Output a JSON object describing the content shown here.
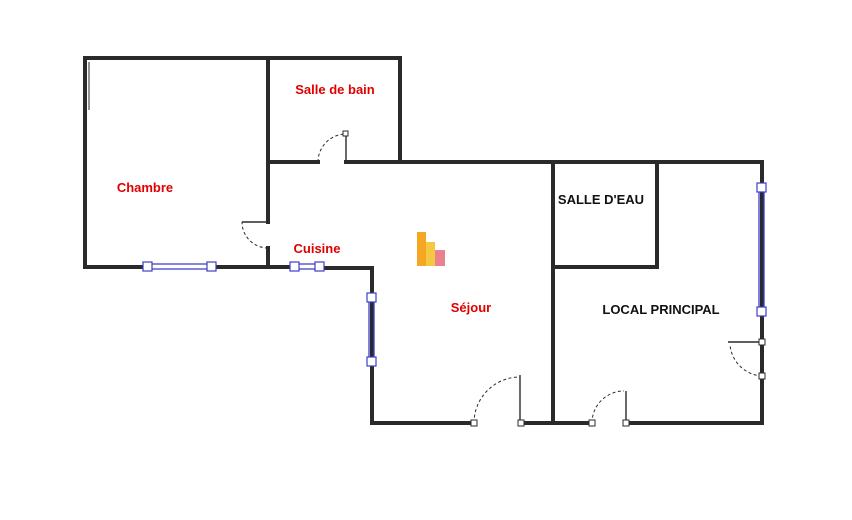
{
  "rooms": {
    "chambre": {
      "label": "Chambre"
    },
    "salle_de_bain": {
      "label": "Salle de bain"
    },
    "cuisine": {
      "label": "Cuisine"
    },
    "sejour": {
      "label": "Séjour"
    },
    "salle_d_eau": {
      "label": "SALLE D'EAU"
    },
    "local_principal": {
      "label": "LOCAL PRINCIPAL"
    }
  },
  "colors": {
    "wall": "#2a2a2a",
    "window": "#3c3cc8",
    "label_red": "#e00000",
    "label_black": "#111111",
    "logo_orange": "#f5a623",
    "logo_pink": "#e86a7a"
  },
  "logo": {
    "icon": "bar-logo-icon"
  }
}
